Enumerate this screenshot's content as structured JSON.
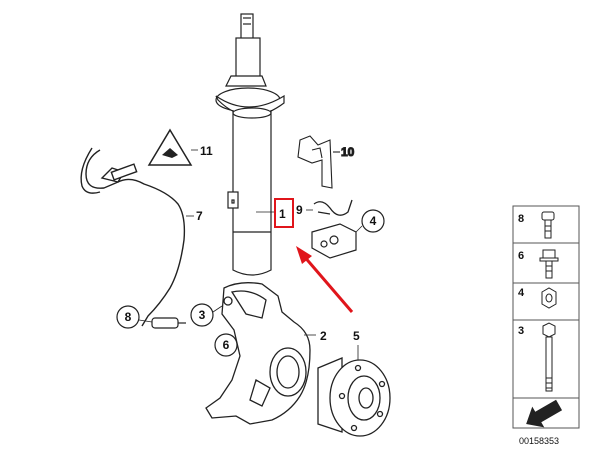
{
  "diagram_id": "00158353",
  "highlight_color": "#e0151b",
  "callouts": {
    "shock_absorber": "1",
    "steering_knuckle": "2",
    "nut_callout": "3",
    "bracket_callout": "4",
    "wheel_hub": "5",
    "bolt_callout": "6",
    "sensor_lead": "7",
    "sensor_connector": "8",
    "retaining_clip": "9",
    "bracket_plate": "10",
    "warning_label": "11"
  },
  "side_panel": {
    "items": [
      {
        "number": "8",
        "icon": "hex-socket-bolt-icon"
      },
      {
        "number": "6",
        "icon": "flange-bolt-icon"
      },
      {
        "number": "4",
        "icon": "hex-nut-icon"
      },
      {
        "number": "3",
        "icon": "long-bolt-icon"
      }
    ],
    "footer_icon": "direction-arrow-icon"
  }
}
